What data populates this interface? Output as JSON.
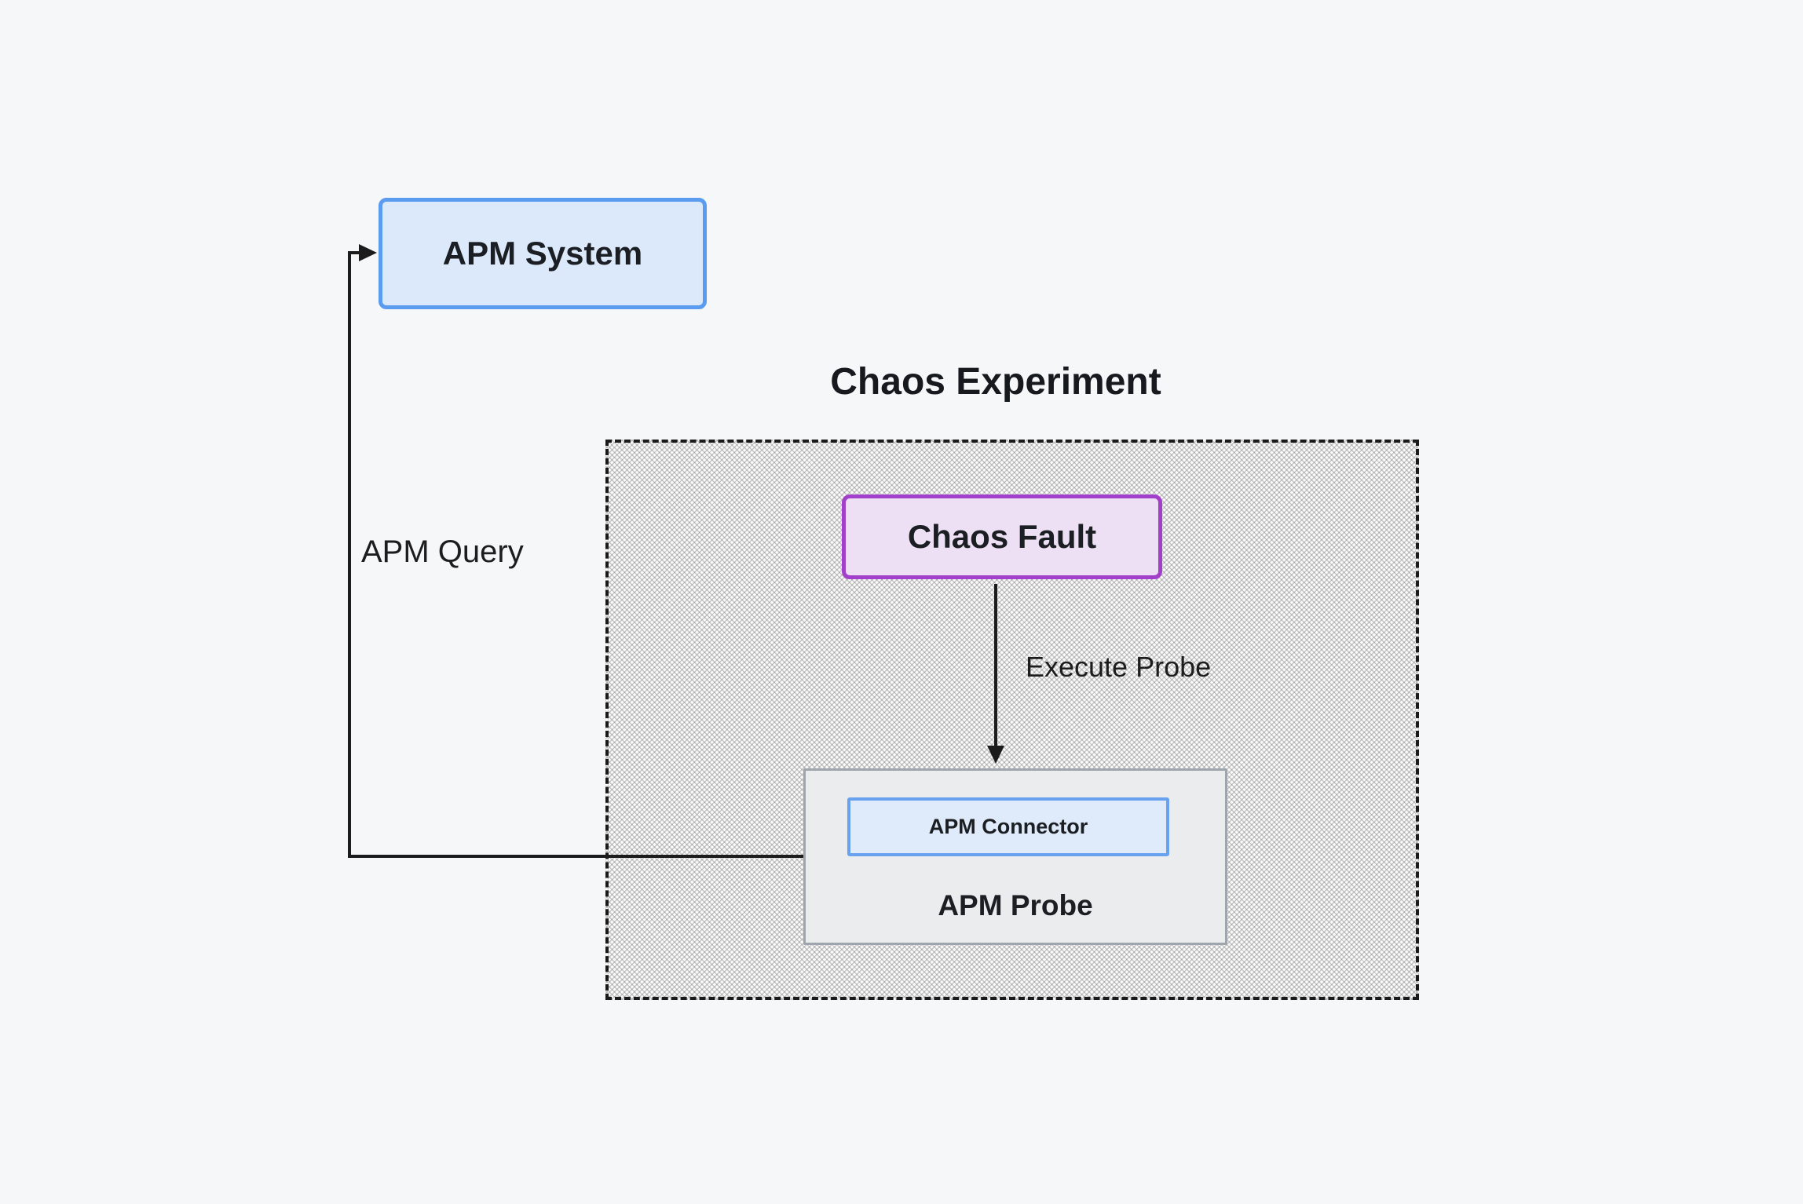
{
  "diagram": {
    "background_color": "#f6f7f9",
    "text_color": "#1b1e22",
    "edge_color": "#1c1c1c"
  },
  "cluster": {
    "title": "Chaos Experiment",
    "border_style": "dashed",
    "border_color": "#1a1a1a",
    "fill_pattern": "diagonal-crosshatch"
  },
  "nodes": {
    "apm_system": {
      "label": "APM System",
      "fill": "#dce9fb",
      "border": "#5b9cf1"
    },
    "chaos_fault": {
      "label": "Chaos Fault",
      "fill": "#eddff4",
      "border": "#a240cb"
    },
    "apm_probe": {
      "label": "APM Probe",
      "fill": "#ebeced",
      "border": "#9fa5ad"
    },
    "apm_connector": {
      "label": "APM Connector",
      "fill": "#dfeafa",
      "border": "#68a2ef"
    }
  },
  "edges": {
    "execute_probe": {
      "label": "Execute Probe",
      "from": "chaos_fault",
      "to": "apm_probe",
      "color": "#1c1c1c"
    },
    "apm_query": {
      "label": "APM Query",
      "from": "apm_probe",
      "to": "apm_system",
      "color": "#1c1c1c"
    }
  }
}
